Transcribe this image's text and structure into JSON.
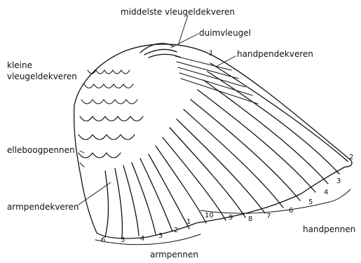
{
  "labels": {
    "middelste_vleugeldekveren": "middelste vleugeldekveren",
    "duimvleugel": "duimvleugel",
    "handpendekveren": "handpendekveren",
    "kleine_vleugeldekveren_line1": "kleine",
    "kleine_vleugeldekveren_line2": "vleugeldekveren",
    "elleboogpennen": "elleboogpennen",
    "armpendekveren": "armpendekveren",
    "handpennen": "handpennen",
    "armpennen": "armpennen"
  },
  "feather_numbers": {
    "hand_top": "1",
    "hand_tip": "2",
    "hand": [
      "3",
      "4",
      "5",
      "6",
      "7",
      "8",
      "9",
      "10"
    ],
    "arm": [
      "1",
      "2",
      "3",
      "4",
      "5",
      "6"
    ]
  },
  "colors": {
    "ink": "#111111",
    "paper": "#ffffff"
  }
}
